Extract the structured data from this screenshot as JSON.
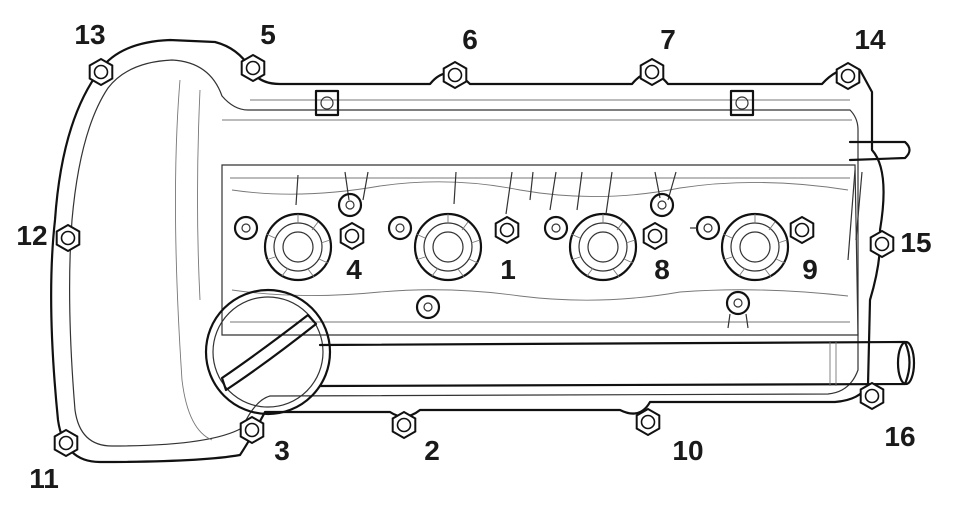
{
  "diagram": {
    "bolt_labels": [
      "1",
      "2",
      "3",
      "4",
      "5",
      "6",
      "7",
      "8",
      "9",
      "10",
      "11",
      "12",
      "13",
      "14",
      "15",
      "16"
    ]
  }
}
